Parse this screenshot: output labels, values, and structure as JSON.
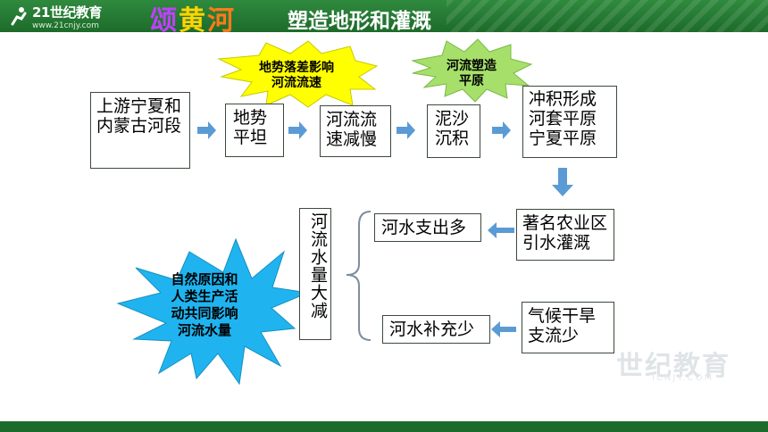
{
  "header": {
    "logo": "21世纪教育",
    "logo_sub": "www.21cnjy.com",
    "title_art": [
      "颂",
      "黄",
      "河"
    ],
    "title": "塑造地形和灌溉"
  },
  "stars": {
    "influence": "地势落差影响河流流速",
    "plain": "河流塑造平原",
    "cause": "自然原因和人类生产活动共同影响河流水量"
  },
  "boxes": {
    "upper_reach": "上游宁夏和内蒙古河段",
    "flat_terrain": "地势平坦",
    "slow_flow": "河流流速减慢",
    "sediment": "泥沙沉积",
    "plains": "冲积形成河套平原宁夏平原",
    "agriculture": "著名农业区引水灌溉",
    "water_out": "河水支出多",
    "volume_reduced": "河流水量大减",
    "water_in": "河水补充少",
    "climate": "气候干旱支流少"
  },
  "watermark": {
    "text": "世纪教育",
    "sub": "ICNJY.COM"
  },
  "colors": {
    "header_green": "#1d6b2a",
    "arrow_blue": "#5b9bd5",
    "star_yellow": "#ffff00",
    "star_green": "#a6e06a",
    "star_blue": "#1fb4f0"
  }
}
